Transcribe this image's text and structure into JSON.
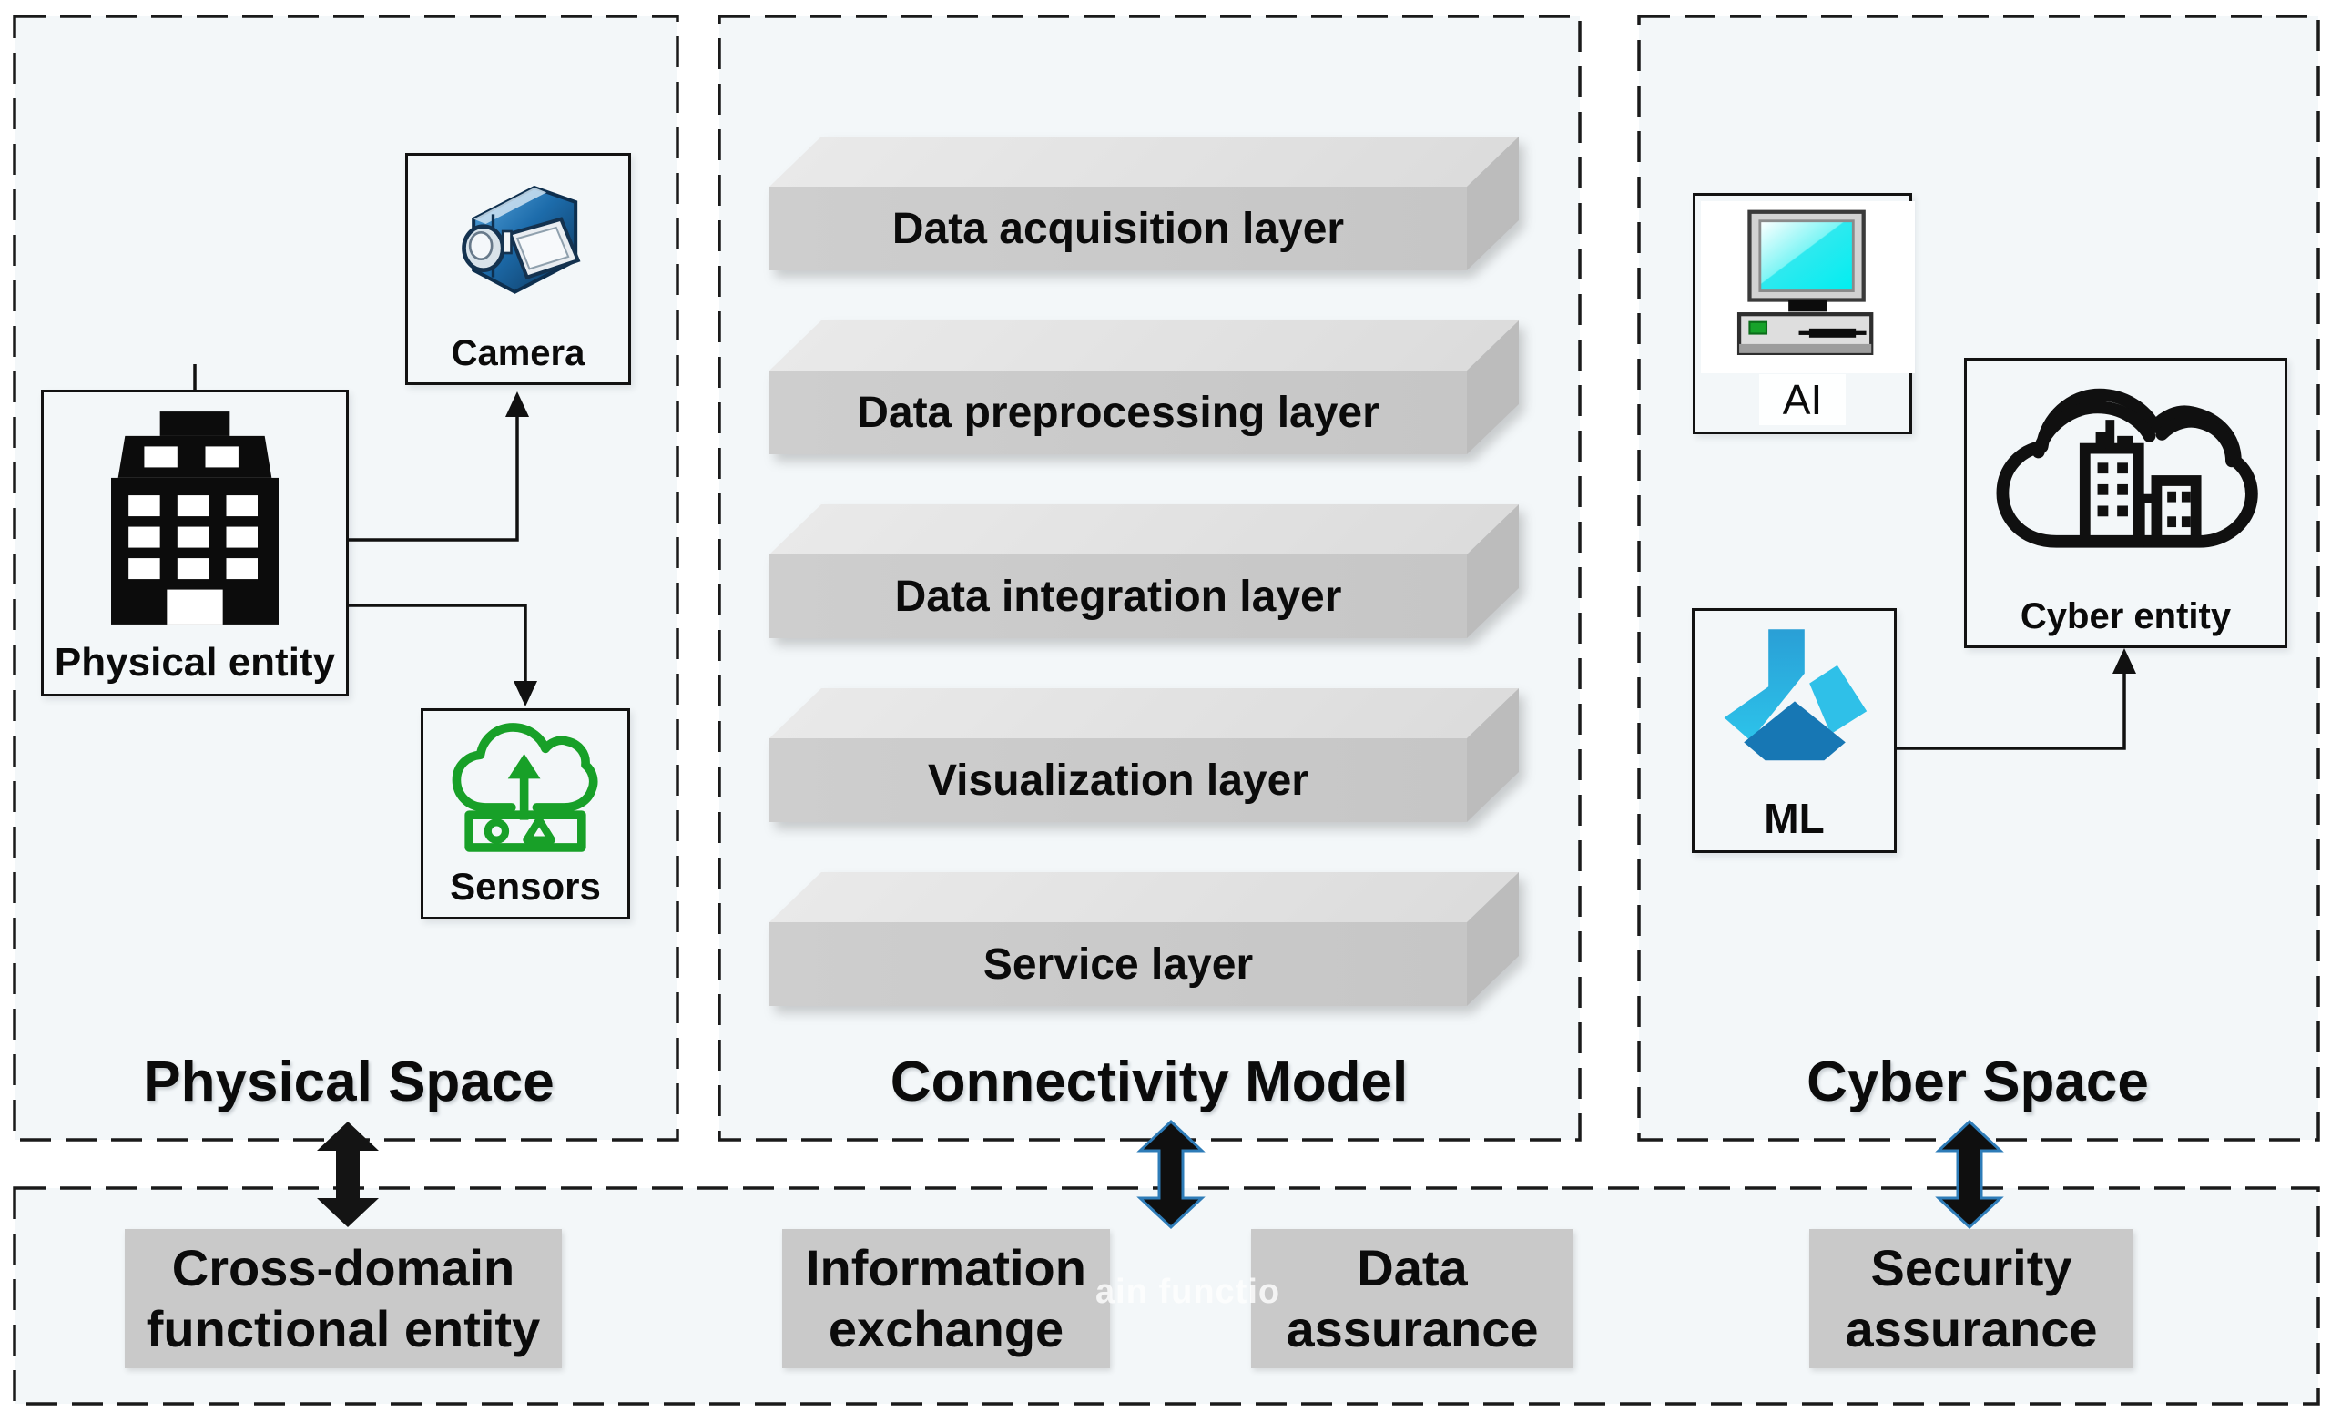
{
  "colors": {
    "panel_fill": "#f3f7f9",
    "border_black": "#121212",
    "slab_gray": "#c9c9c9",
    "band_box_gray": "#c9c9c9",
    "arrow_black": "#101010",
    "arrow_blue_outline": "#2e7cb8",
    "sensor_green": "#18a028",
    "screen_cyan": "#00f0f0",
    "ml_cyan": "#2fb9e0",
    "ml_blue": "#1777b4"
  },
  "physical_space": {
    "label": "Physical Space",
    "physical_entity": {
      "label": "Physical entity",
      "icon": "building-icon"
    },
    "camera": {
      "label": "Camera",
      "icon": "camcorder-icon"
    },
    "sensors": {
      "label": "Sensors",
      "icon": "sensor-cloud-icon"
    }
  },
  "connectivity_model": {
    "label": "Connectivity Model",
    "layers": [
      {
        "label": "Data acquisition layer"
      },
      {
        "label": "Data preprocessing layer"
      },
      {
        "label": "Data integration layer"
      },
      {
        "label": "Visualization layer"
      },
      {
        "label": "Service layer"
      }
    ]
  },
  "cyber_space": {
    "label": "Cyber Space",
    "ai": {
      "label": "AI",
      "icon": "desktop-computer-icon"
    },
    "ml": {
      "label": "ML",
      "icon": "machine-learning-icon"
    },
    "cyber_entity": {
      "label": "Cyber entity",
      "icon": "cloud-city-icon"
    }
  },
  "cross_domain_band": {
    "cross_domain": {
      "line1": "Cross-domain",
      "line2": "functional entity"
    },
    "information_exchange": {
      "line1": "Information",
      "line2": "exchange"
    },
    "data_assurance": {
      "line1": "Data",
      "line2": "assurance"
    },
    "security_assurance": {
      "line1": "Security",
      "line2": "assurance"
    },
    "watermark_fragment": "ain functio"
  }
}
